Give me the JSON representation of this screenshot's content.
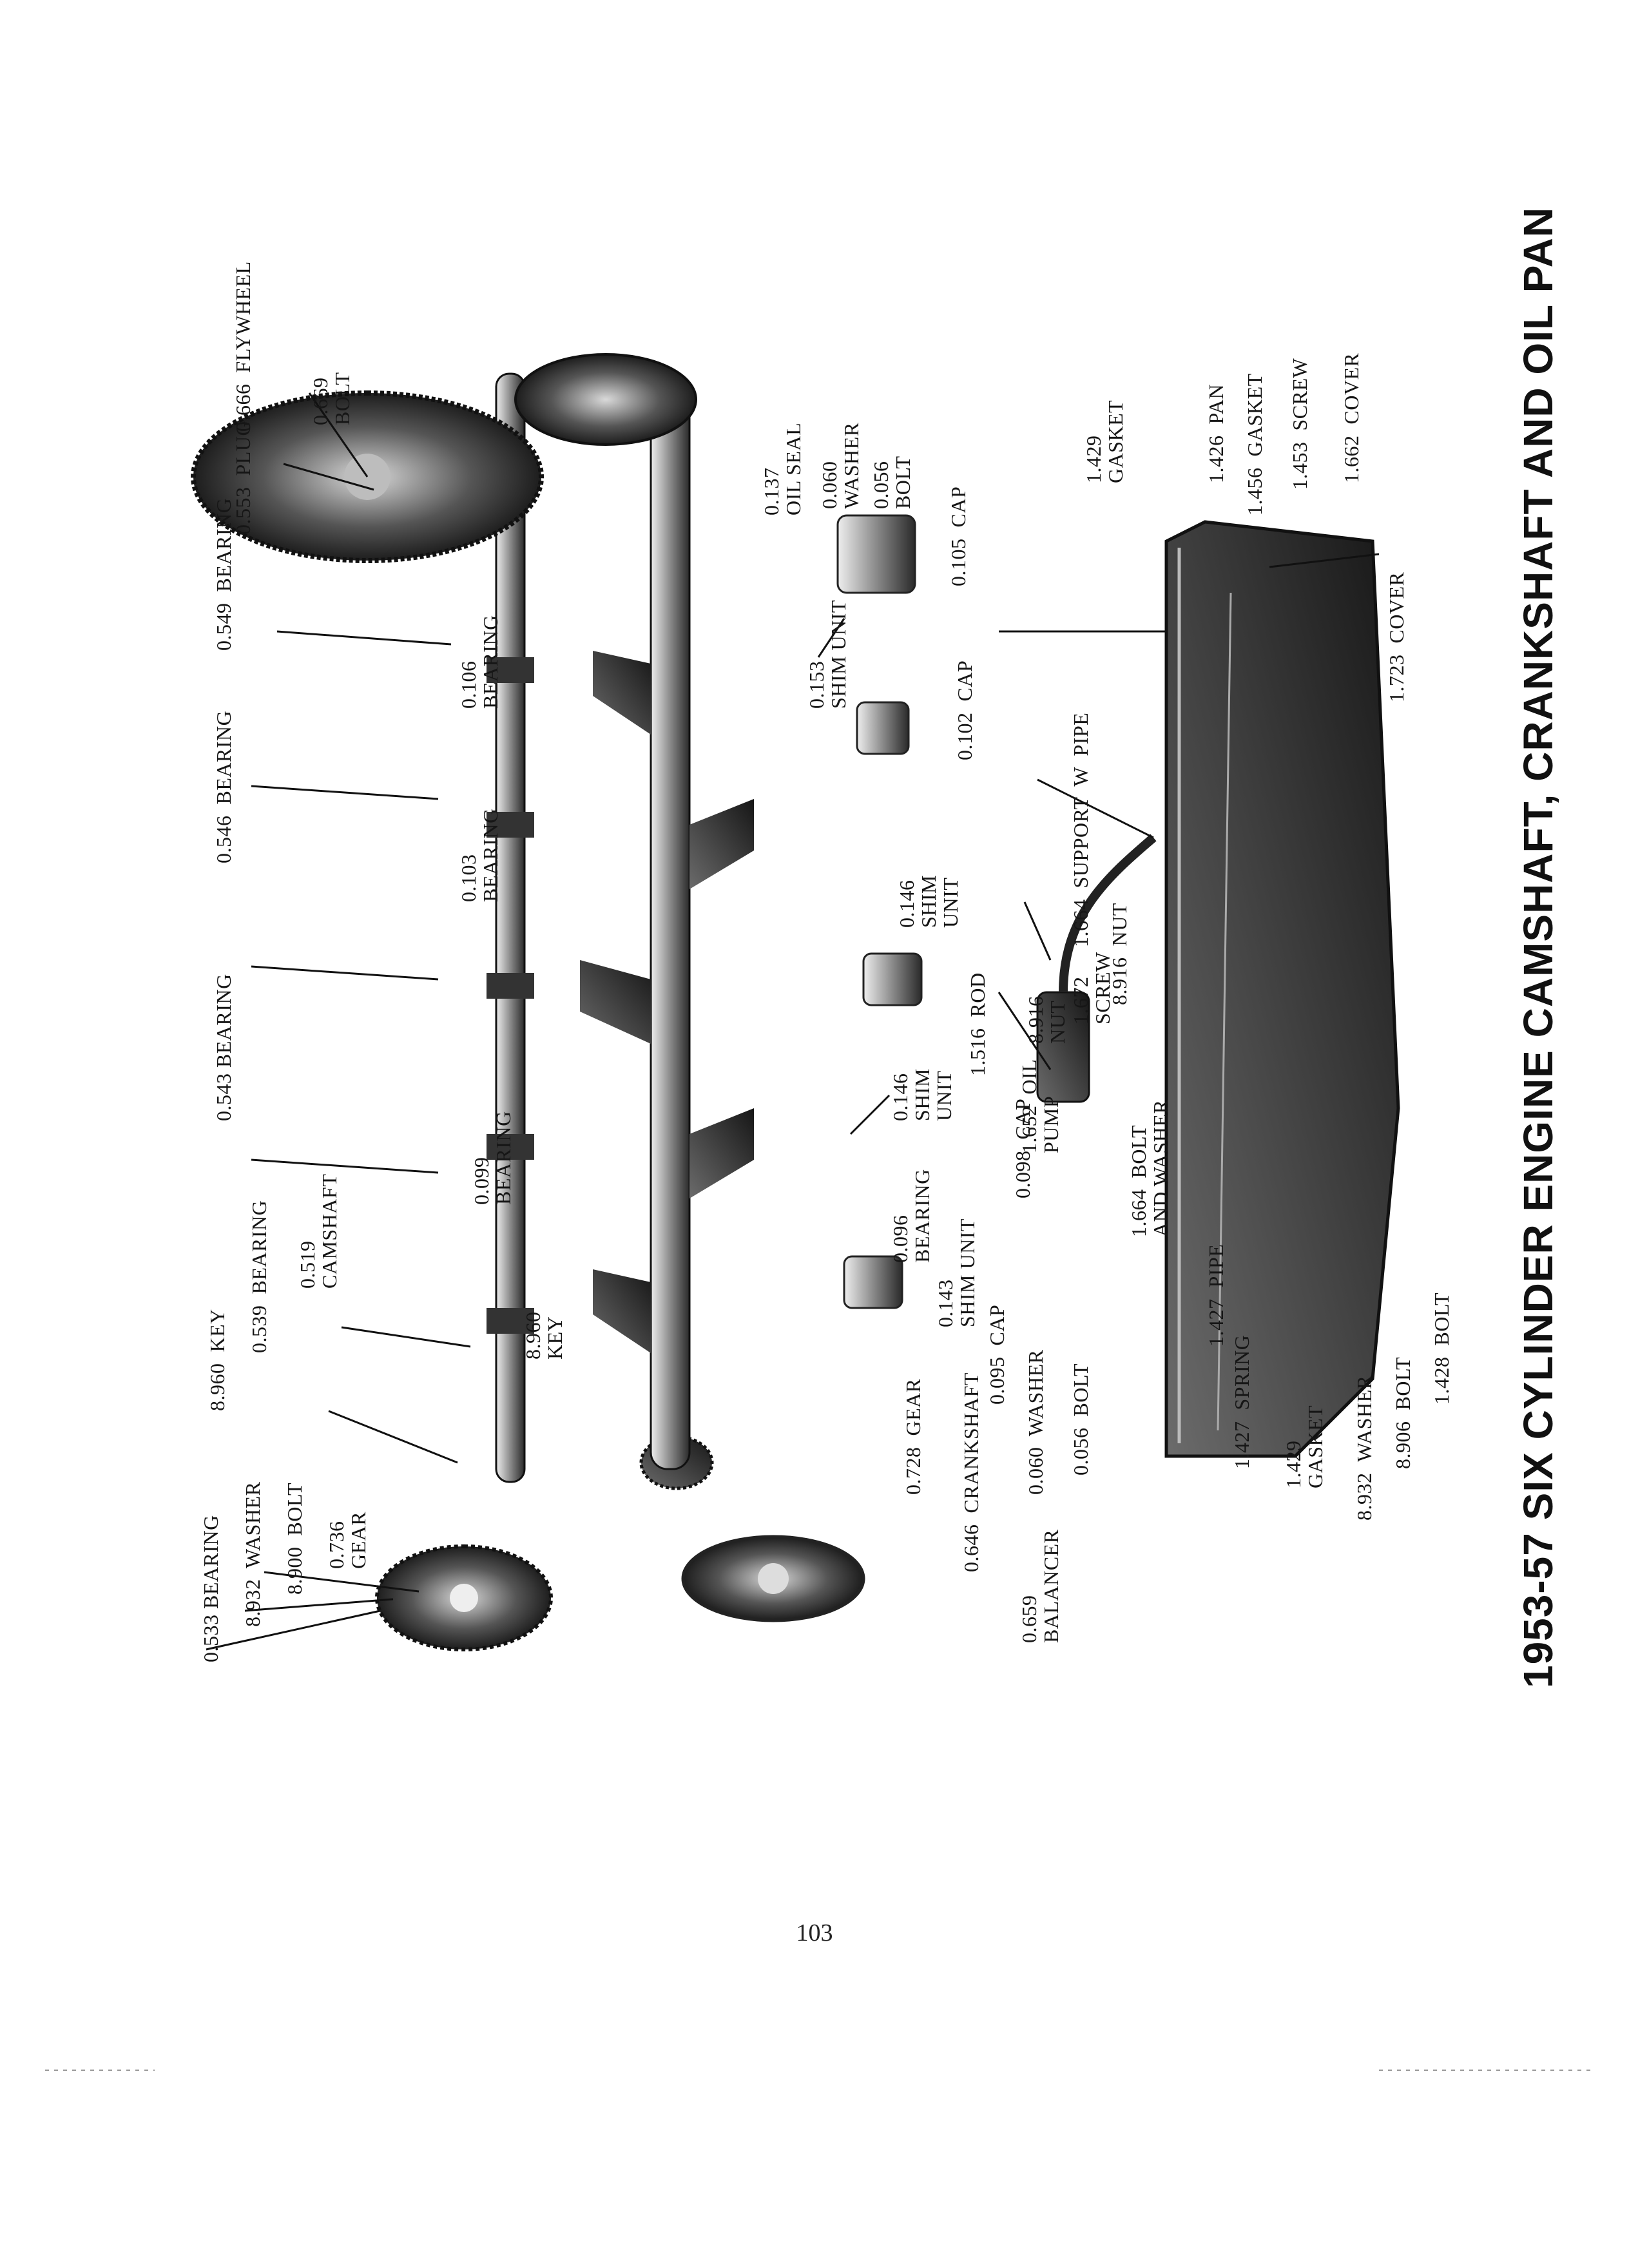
{
  "title": "1953-57 SIX CYLINDER ENGINE CAMSHAFT, CRANKSHAFT AND OIL PAN",
  "page_number": "103",
  "callouts": [
    {
      "text": "0.533 BEARING"
    },
    {
      "text": "8.932  WASHER"
    },
    {
      "text": "8.900  BOLT"
    },
    {
      "text": "0.736\nGEAR"
    },
    {
      "text": "8.960  KEY"
    },
    {
      "text": "0.539  BEARING"
    },
    {
      "text": "0.519\nCAMSHAFT"
    },
    {
      "text": "0.543 BEARING"
    },
    {
      "text": "0.546  BEARING"
    },
    {
      "text": "0.549  BEARING"
    },
    {
      "text": "0.553  PLUG"
    },
    {
      "text": "0.666  FLYWHEEL"
    },
    {
      "text": "0.669\nBOLT"
    },
    {
      "text": "8.960\nKEY"
    },
    {
      "text": "0.099\nBEARING"
    },
    {
      "text": "0.103\nBEARING"
    },
    {
      "text": "0.106\nBEARING"
    },
    {
      "text": "0.137\nOIL SEAL"
    },
    {
      "text": "0.060\nWASHER"
    },
    {
      "text": "0.056\nBOLT"
    },
    {
      "text": "0.153\nSHIM UNIT"
    },
    {
      "text": "0.105  CAP"
    },
    {
      "text": "0.146\nSHIM\nUNIT"
    },
    {
      "text": "0.102  CAP"
    },
    {
      "text": "0.096\nBEARING"
    },
    {
      "text": "0.143\nSHIM UNIT"
    },
    {
      "text": "0.146\nSHIM\nUNIT"
    },
    {
      "text": "1.516  ROD"
    },
    {
      "text": "8.916\nNUT"
    },
    {
      "text": "1.672\nSCREW"
    },
    {
      "text": "8.916  NUT"
    },
    {
      "text": "0.098  CAP"
    },
    {
      "text": "0.095  CAP"
    },
    {
      "text": "0.060  WASHER"
    },
    {
      "text": "0.056  BOLT"
    },
    {
      "text": "0.728  GEAR"
    },
    {
      "text": "0.646  CRANKSHAFT"
    },
    {
      "text": "0.659\nBALANCER"
    },
    {
      "text": "1.652  OIL\nPUMP"
    },
    {
      "text": "1.664  SUPPORT  W  PIPE"
    },
    {
      "text": "1.664  BOLT\nAND WASHER"
    },
    {
      "text": "1.429\nGASKET"
    },
    {
      "text": "1.426  PAN"
    },
    {
      "text": "1.456  GASKET"
    },
    {
      "text": "1.453  SCREW"
    },
    {
      "text": "1.662  COVER"
    },
    {
      "text": "1.723  COVER"
    },
    {
      "text": "1.427  PIPE"
    },
    {
      "text": "1.427  SPRING"
    },
    {
      "text": "1.429\nGASKET"
    },
    {
      "text": "8.932  WASHER"
    },
    {
      "text": "8.906  BOLT"
    },
    {
      "text": "1.428  BOLT"
    }
  ]
}
